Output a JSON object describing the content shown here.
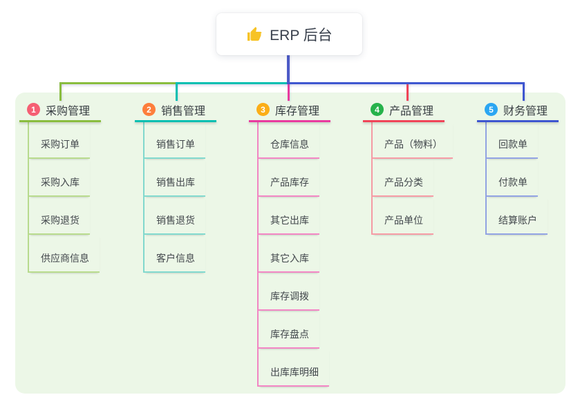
{
  "root": {
    "title": "ERP 后台",
    "icon": "thumbs-up"
  },
  "panel": {
    "bg": "#ecf7e7"
  },
  "connectors": {
    "trunk_color": "#4d5bc7"
  },
  "branches": [
    {
      "num": "1",
      "title": "采购管理",
      "badge_color": "#f55f73",
      "color": "#8abd3f",
      "light_color": "#b9dc8e",
      "children": [
        "采购订单",
        "采购入库",
        "采购退货",
        "供应商信息"
      ]
    },
    {
      "num": "2",
      "title": "销售管理",
      "badge_color": "#fd7e3c",
      "color": "#00bfb1",
      "light_color": "#82dacf",
      "children": [
        "销售订单",
        "销售出库",
        "销售退货",
        "客户信息"
      ]
    },
    {
      "num": "3",
      "title": "库存管理",
      "badge_color": "#fbae17",
      "color": "#e93a9f",
      "light_color": "#f387c5",
      "children": [
        "仓库信息",
        "产品库存",
        "其它出库",
        "其它入库",
        "库存调拨",
        "库存盘点",
        "出库库明细"
      ]
    },
    {
      "num": "4",
      "title": "产品管理",
      "badge_color": "#26b24b",
      "color": "#f04458",
      "light_color": "#f79ca6",
      "children": [
        "产品（物料）",
        "产品分类",
        "产品单位"
      ]
    },
    {
      "num": "5",
      "title": "财务管理",
      "badge_color": "#2ba6f2",
      "color": "#3e56d0",
      "light_color": "#93a4e4",
      "children": [
        "回款单",
        "付款单",
        "结算账户"
      ]
    }
  ]
}
